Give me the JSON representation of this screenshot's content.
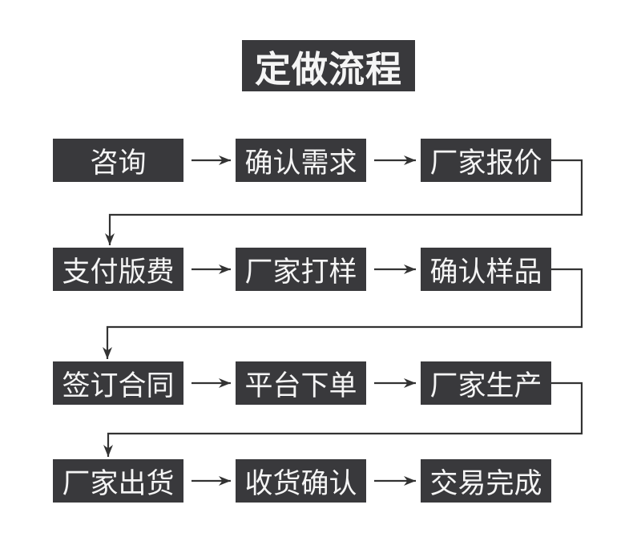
{
  "title": "定做流程",
  "flow": {
    "rows": [
      [
        "咨询",
        "确认需求",
        "厂家报价"
      ],
      [
        "支付版费",
        "厂家打样",
        "确认样品"
      ],
      [
        "签订合同",
        "平台下单",
        "厂家生产"
      ],
      [
        "厂家出货",
        "收货确认",
        "交易完成"
      ]
    ]
  },
  "colors": {
    "box": "#39393c",
    "text": "#f5f5f5",
    "arrow": "#333333",
    "background": "#ffffff"
  }
}
